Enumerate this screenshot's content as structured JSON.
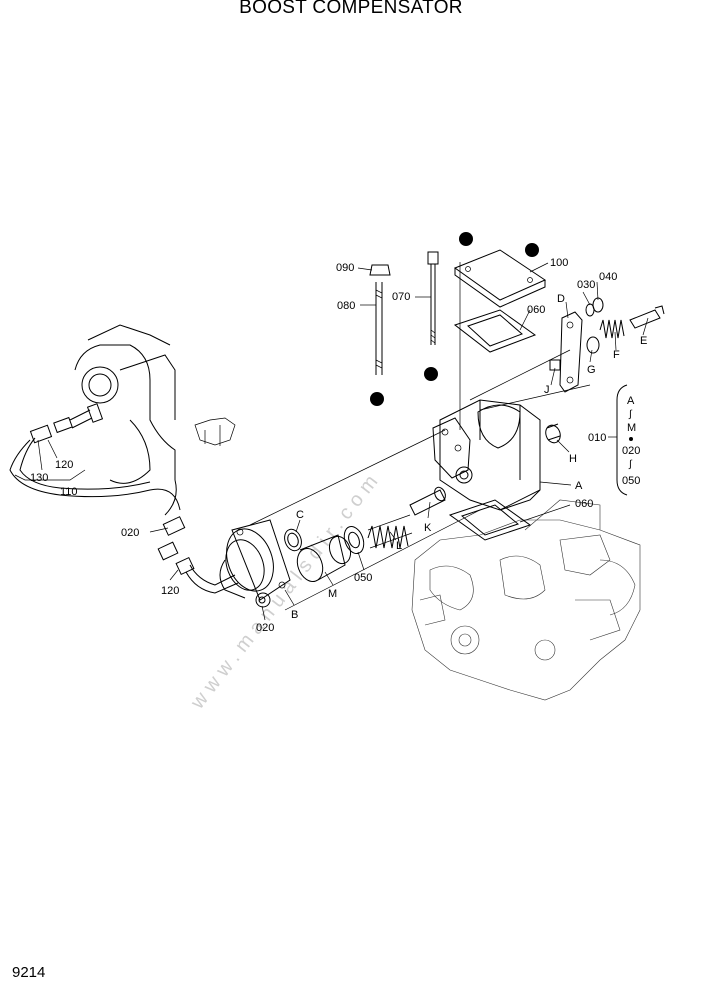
{
  "title": "BOOST COMPENSATOR",
  "page_number": "9214",
  "watermark": "www.manualsdir.com",
  "callouts": {
    "p090": "090",
    "p080": "080",
    "p070": "070",
    "p100": "100",
    "p060a": "060",
    "p030": "030",
    "p040": "040",
    "pD": "D",
    "pE": "E",
    "pF": "F",
    "pG": "G",
    "pJ": "J",
    "pH": "H",
    "pA": "A",
    "p060b": "060",
    "pK": "K",
    "pL": "L",
    "p050": "050",
    "pM": "M",
    "pC": "C",
    "pB": "B",
    "p020a": "020",
    "p020b": "020",
    "p120a": "120",
    "p120b": "120",
    "p130": "130",
    "p110": "110"
  },
  "range_group": {
    "label": "010",
    "from": "A",
    "mid": "M",
    "mid_second": "020",
    "to": "050"
  }
}
